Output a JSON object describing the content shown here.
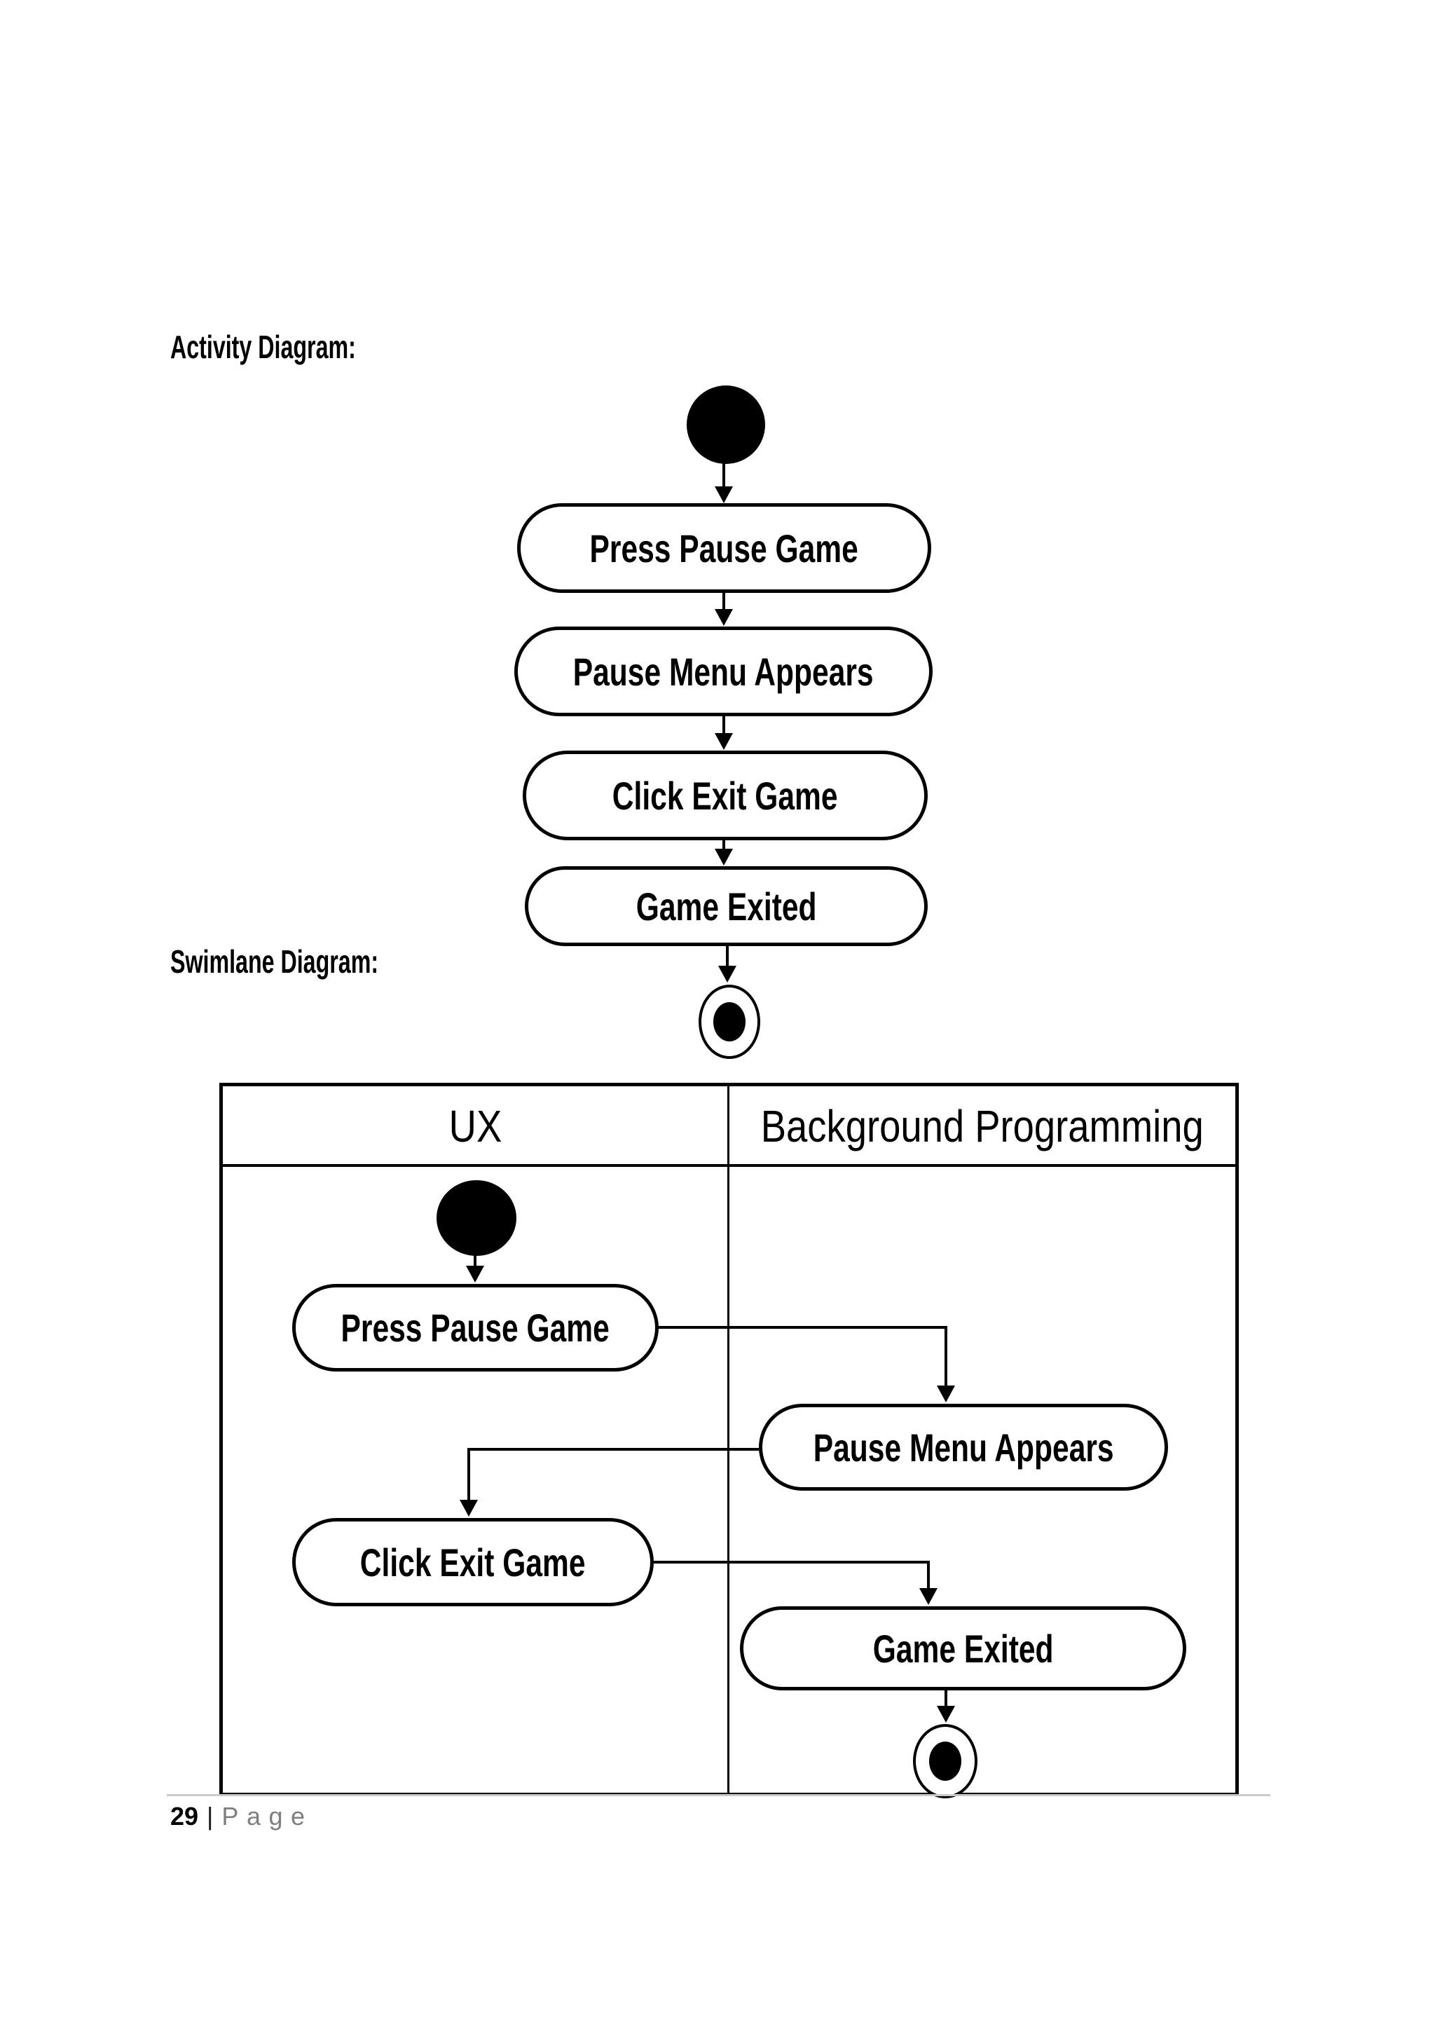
{
  "activity": {
    "heading": "Activity Diagram:",
    "nodes": [
      "Press Pause Game",
      "Pause Menu Appears",
      "Click Exit Game",
      "Game Exited"
    ]
  },
  "swimlane": {
    "heading": "Swimlane Diagram:",
    "lanes": [
      "UX",
      "Background Programming"
    ],
    "ux_nodes": [
      "Press Pause Game",
      "Click Exit Game"
    ],
    "bg_nodes": [
      "Pause Menu Appears",
      "Game Exited"
    ]
  },
  "footer": {
    "page_number": "29",
    "separator": "|",
    "page_label": "Page"
  },
  "colors": {
    "ink": "#000000",
    "footer_gray": "#7f7f7f",
    "rule_gray": "#c9c9c9"
  }
}
